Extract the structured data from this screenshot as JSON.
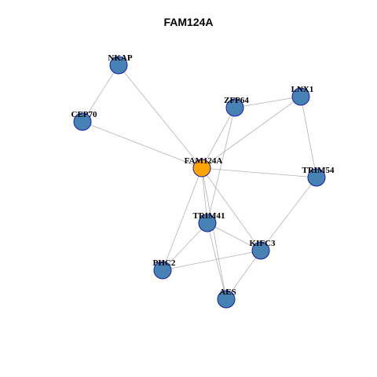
{
  "title": "FAM124A",
  "colors": {
    "center_node": "#ffa500",
    "neighbor_node": "#4682b4",
    "node_border": "#1a1aa6",
    "edge": "#b3b3b3"
  },
  "nodes": [
    {
      "id": "FAM124A",
      "label": "FAM124A",
      "role": "center"
    },
    {
      "id": "NKAP",
      "label": "NKAP",
      "role": "neighbor"
    },
    {
      "id": "CEP70",
      "label": "CEP70",
      "role": "neighbor"
    },
    {
      "id": "ZFP64",
      "label": "ZFP64",
      "role": "neighbor"
    },
    {
      "id": "LNX1",
      "label": "LNX1",
      "role": "neighbor"
    },
    {
      "id": "TRIM54",
      "label": "TRIM54",
      "role": "neighbor"
    },
    {
      "id": "TRIM41",
      "label": "TRIM41",
      "role": "neighbor"
    },
    {
      "id": "KIFC3",
      "label": "KIFC3",
      "role": "neighbor"
    },
    {
      "id": "PHC2",
      "label": "PHC2",
      "role": "neighbor"
    },
    {
      "id": "AES",
      "label": "AES",
      "role": "neighbor"
    }
  ],
  "edges": [
    [
      "NKAP",
      "CEP70"
    ],
    [
      "NKAP",
      "FAM124A"
    ],
    [
      "CEP70",
      "FAM124A"
    ],
    [
      "ZFP64",
      "LNX1"
    ],
    [
      "ZFP64",
      "FAM124A"
    ],
    [
      "ZFP64",
      "TRIM41"
    ],
    [
      "LNX1",
      "FAM124A"
    ],
    [
      "LNX1",
      "TRIM54"
    ],
    [
      "FAM124A",
      "TRIM54"
    ],
    [
      "FAM124A",
      "TRIM41"
    ],
    [
      "FAM124A",
      "KIFC3"
    ],
    [
      "FAM124A",
      "PHC2"
    ],
    [
      "FAM124A",
      "AES"
    ],
    [
      "TRIM54",
      "KIFC3"
    ],
    [
      "TRIM41",
      "KIFC3"
    ],
    [
      "TRIM41",
      "PHC2"
    ],
    [
      "TRIM41",
      "AES"
    ],
    [
      "KIFC3",
      "PHC2"
    ],
    [
      "KIFC3",
      "AES"
    ]
  ]
}
